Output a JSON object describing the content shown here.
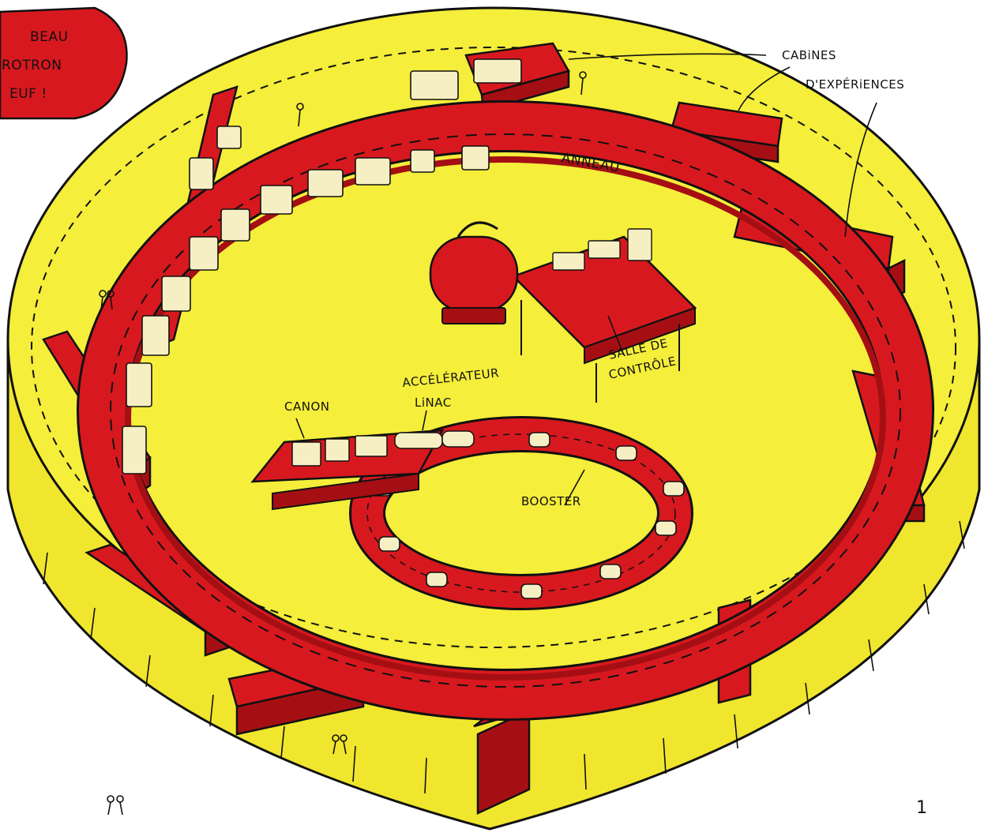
{
  "bubble": {
    "line1": "BEAU",
    "line2": "ROTRON",
    "line3": "EUF !"
  },
  "labels": {
    "cabines_line1": "CABiNES",
    "cabines_line2": "D'EXPÉRiENCES",
    "anneau": "ANNEAU",
    "salle_line1": "SALLE DE",
    "salle_line2": "CONTRÔLE",
    "canon": "CANON",
    "accelerateur_line1": "ACCÉLÉRATEUR",
    "accelerateur_line2": "LiNAC",
    "booster": "BOOSTER"
  },
  "page_number": "1",
  "colors": {
    "floor_yellow": "#f5ee3a",
    "wall_yellow": "#f0e62e",
    "tunnel_red": "#d7191f",
    "tunnel_dark": "#a50f14",
    "equipment_cream": "#f7efc4",
    "ink": "#111111"
  }
}
